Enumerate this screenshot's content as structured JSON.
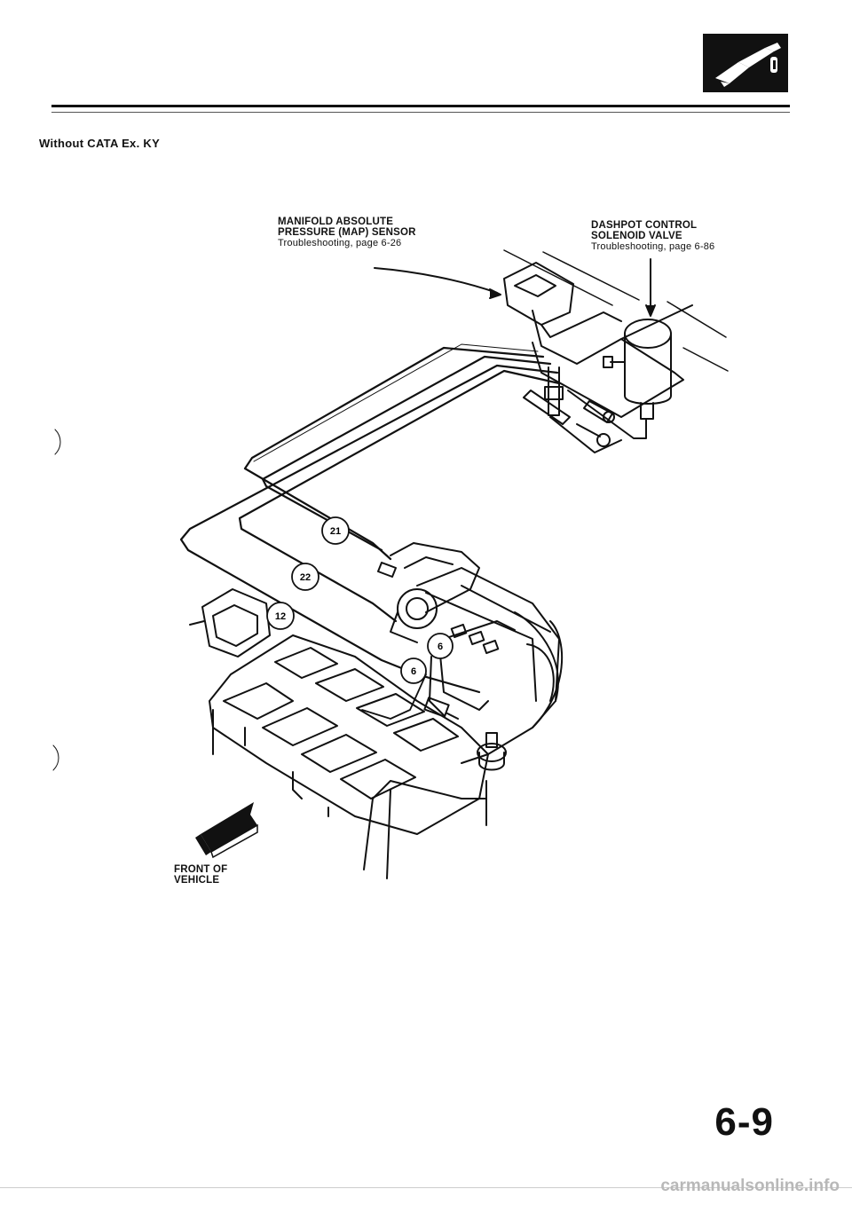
{
  "header": {
    "section_title": "Without CATA Ex. KY",
    "tab_icon": "fuel-nozzle-icon"
  },
  "labels": {
    "map_sensor": {
      "line1": "MANIFOLD ABSOLUTE",
      "line2": "PRESSURE (MAP) SENSOR",
      "ref": "Troubleshooting, page 6-26"
    },
    "dashpot_valve": {
      "line1": "DASHPOT CONTROL",
      "line2": "SOLENOID VALVE",
      "ref": "Troubleshooting, page 6-86"
    },
    "front": {
      "line1": "FRONT OF",
      "line2": "VEHICLE"
    }
  },
  "callouts": {
    "c21": "21",
    "c22": "22",
    "c12": "12",
    "c6a": "6",
    "c6b": "6"
  },
  "footer": {
    "page_number": "6-9",
    "watermark": "carmanualsonline.info"
  }
}
